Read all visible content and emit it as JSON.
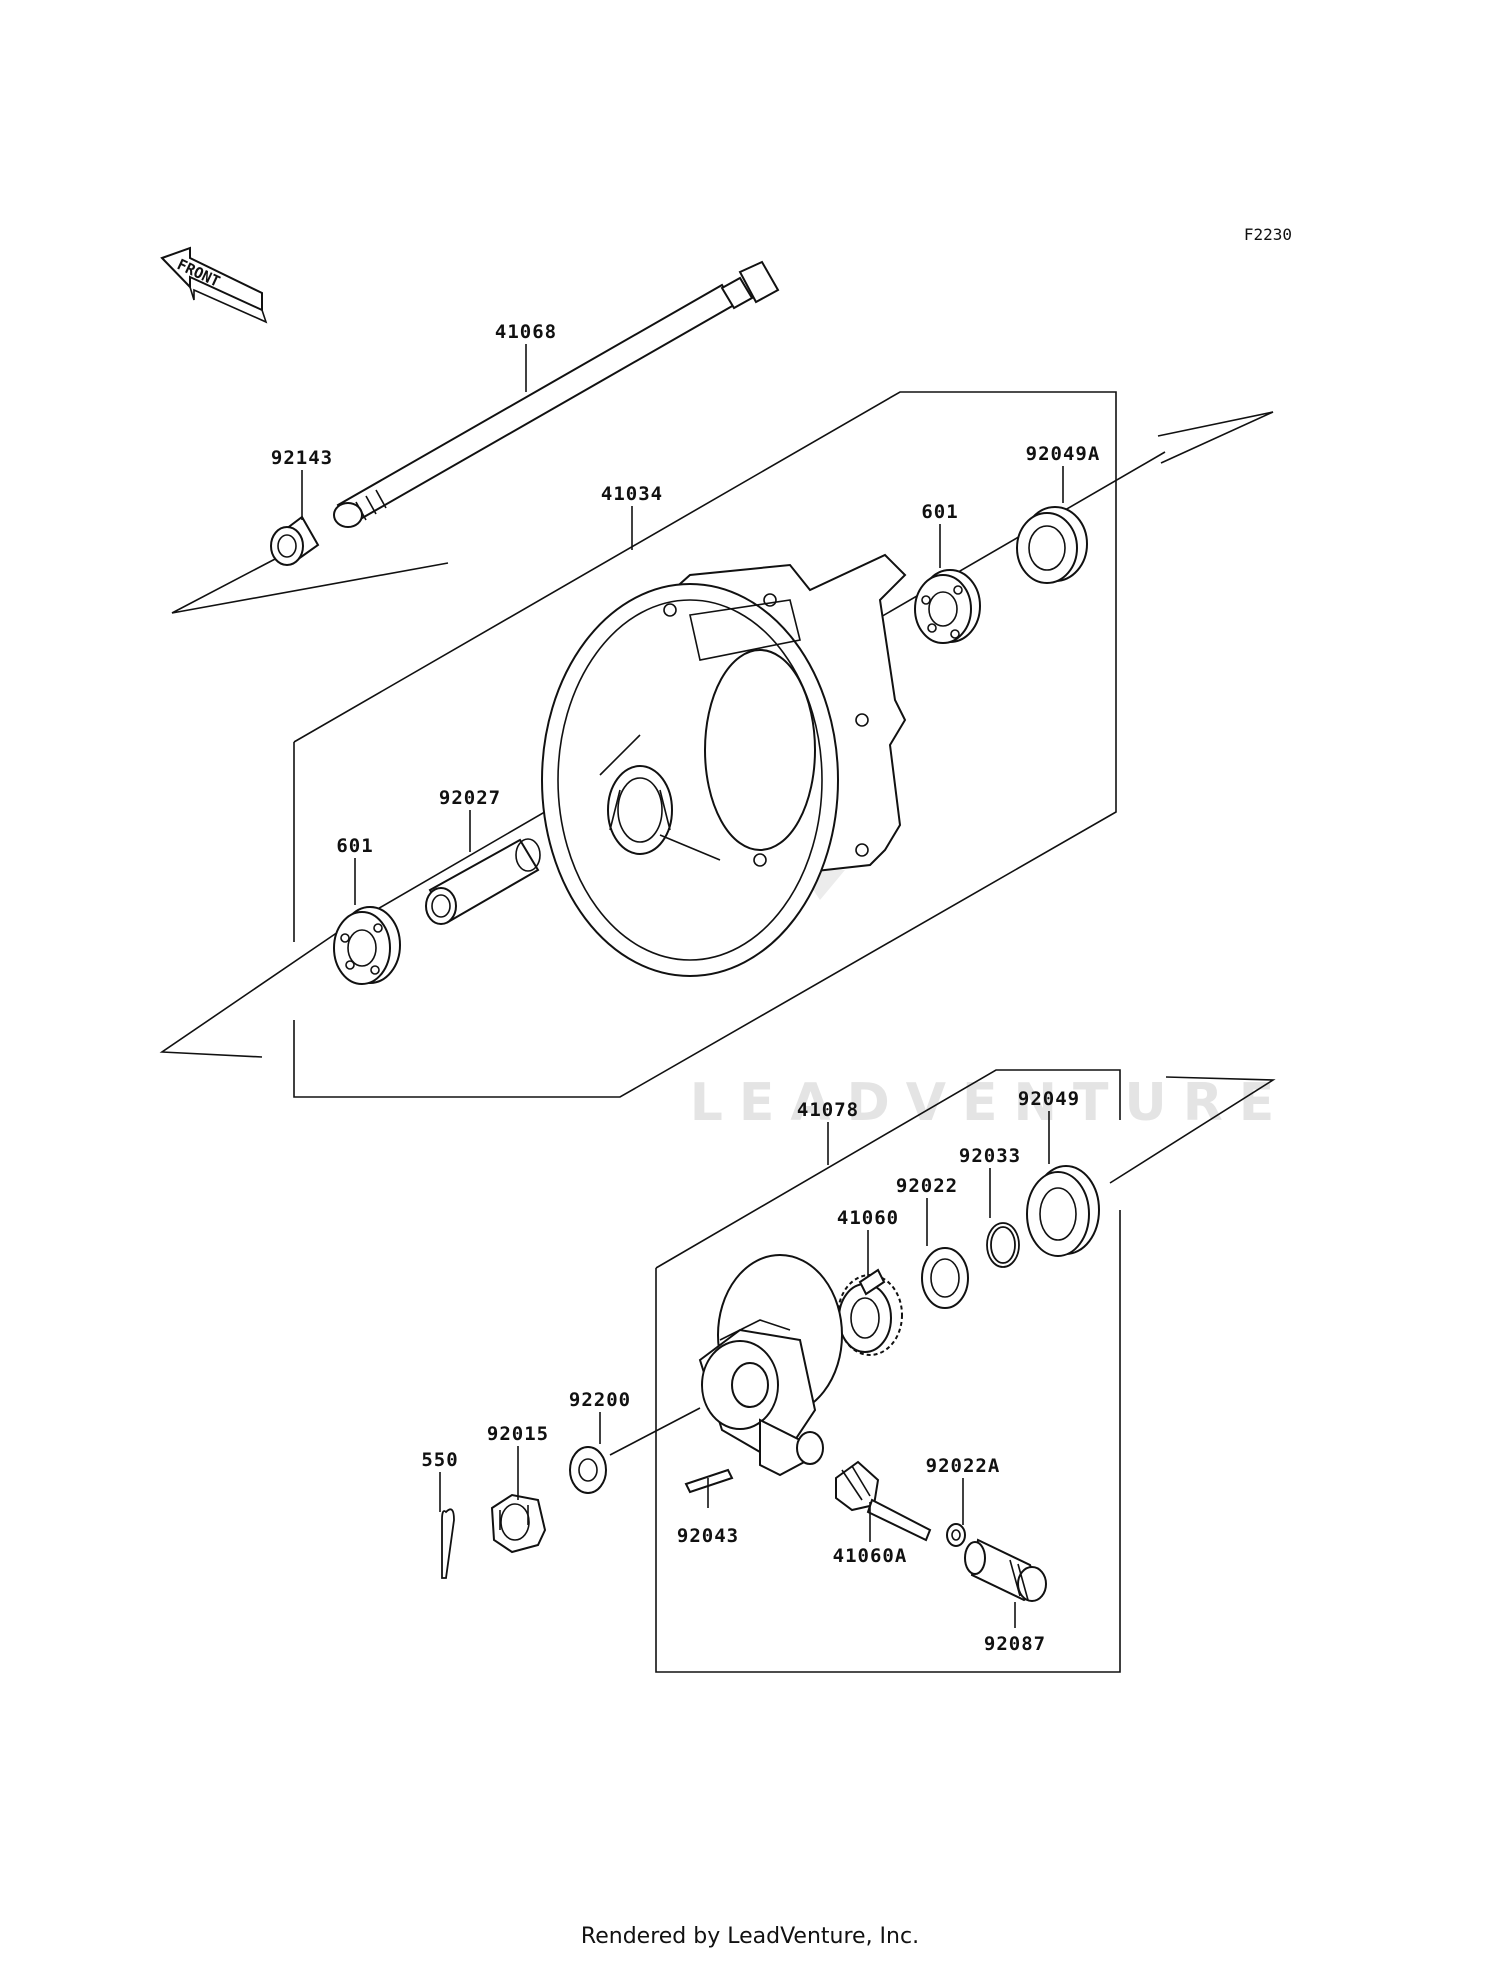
{
  "diagram_code": "F2230",
  "front_arrow_text": "FRONT",
  "watermark_text": "LEADVENTURE",
  "footer_text": "Rendered by LeadVenture, Inc.",
  "labels": {
    "p41068": "41068",
    "p92143": "92143",
    "p41034": "41034",
    "p601_top": "601",
    "p92049A": "92049A",
    "p92027": "92027",
    "p601_left": "601",
    "p41078": "41078",
    "p92049": "92049",
    "p92033": "92033",
    "p92022": "92022",
    "p41060": "41060",
    "p92200": "92200",
    "p92015": "92015",
    "p550": "550",
    "p92022A": "92022A",
    "p92043": "92043",
    "p41060A": "41060A",
    "p92087": "92087"
  }
}
